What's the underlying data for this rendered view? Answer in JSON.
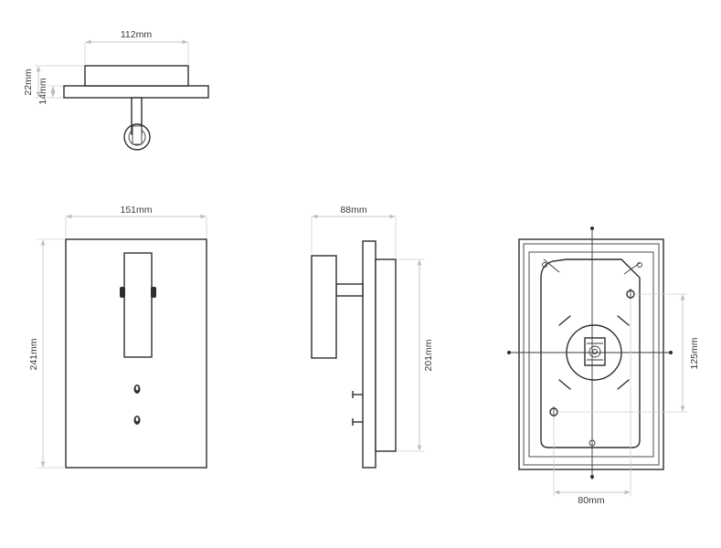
{
  "dimensions": {
    "top_width": "112mm",
    "top_height_total": "22mm",
    "top_height_plate": "14mm",
    "front_width": "151mm",
    "front_height": "241mm",
    "side_depth": "88mm",
    "side_height": "201mm",
    "back_hole_spacing_vertical": "125mm",
    "back_hole_spacing_horizontal": "80mm"
  },
  "colors": {
    "line": "#2e2e2e",
    "dimension_line": "#c9c9c9",
    "text": "#3a3a3a",
    "background": "#ffffff"
  }
}
